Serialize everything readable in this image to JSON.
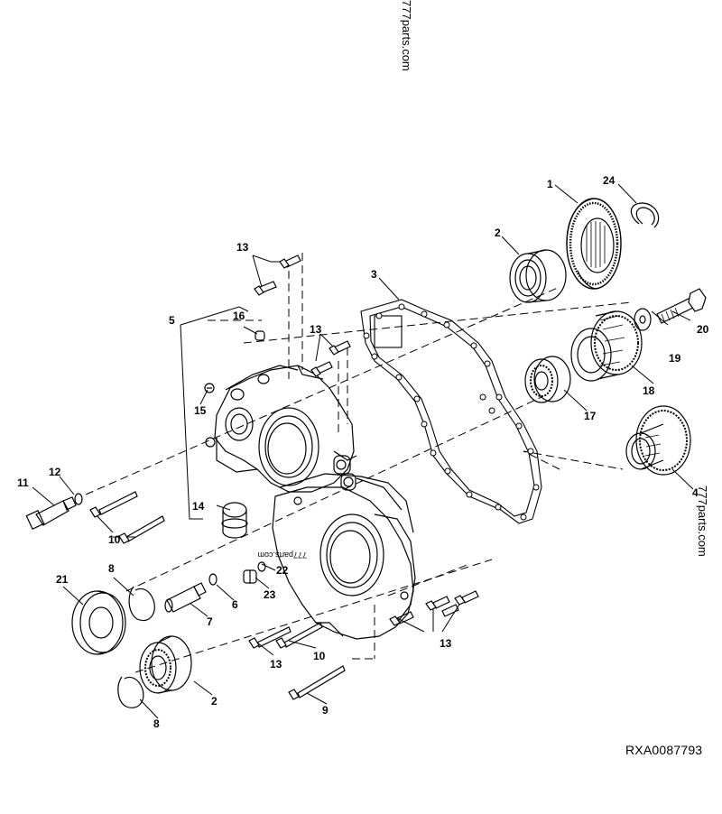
{
  "watermark_top": "777parts.com",
  "watermark_side": "777parts.com",
  "watermark_small": "777parts.com",
  "figure_ref": "RXA0087793",
  "callouts": {
    "c1": "1",
    "c2a": "2",
    "c2b": "2",
    "c3": "3",
    "c4": "4",
    "c5": "5",
    "c6": "6",
    "c7": "7",
    "c8a": "8",
    "c8b": "8",
    "c9": "9",
    "c10a": "10",
    "c10b": "10",
    "c11": "11",
    "c12": "12",
    "c13a": "13",
    "c13b": "13",
    "c13c": "13",
    "c13d": "13",
    "c14": "14",
    "c15": "15",
    "c16": "16",
    "c17": "17",
    "c18": "18",
    "c19": "19",
    "c20": "20",
    "c21": "21",
    "c22": "22",
    "c23": "23",
    "c24": "24"
  }
}
